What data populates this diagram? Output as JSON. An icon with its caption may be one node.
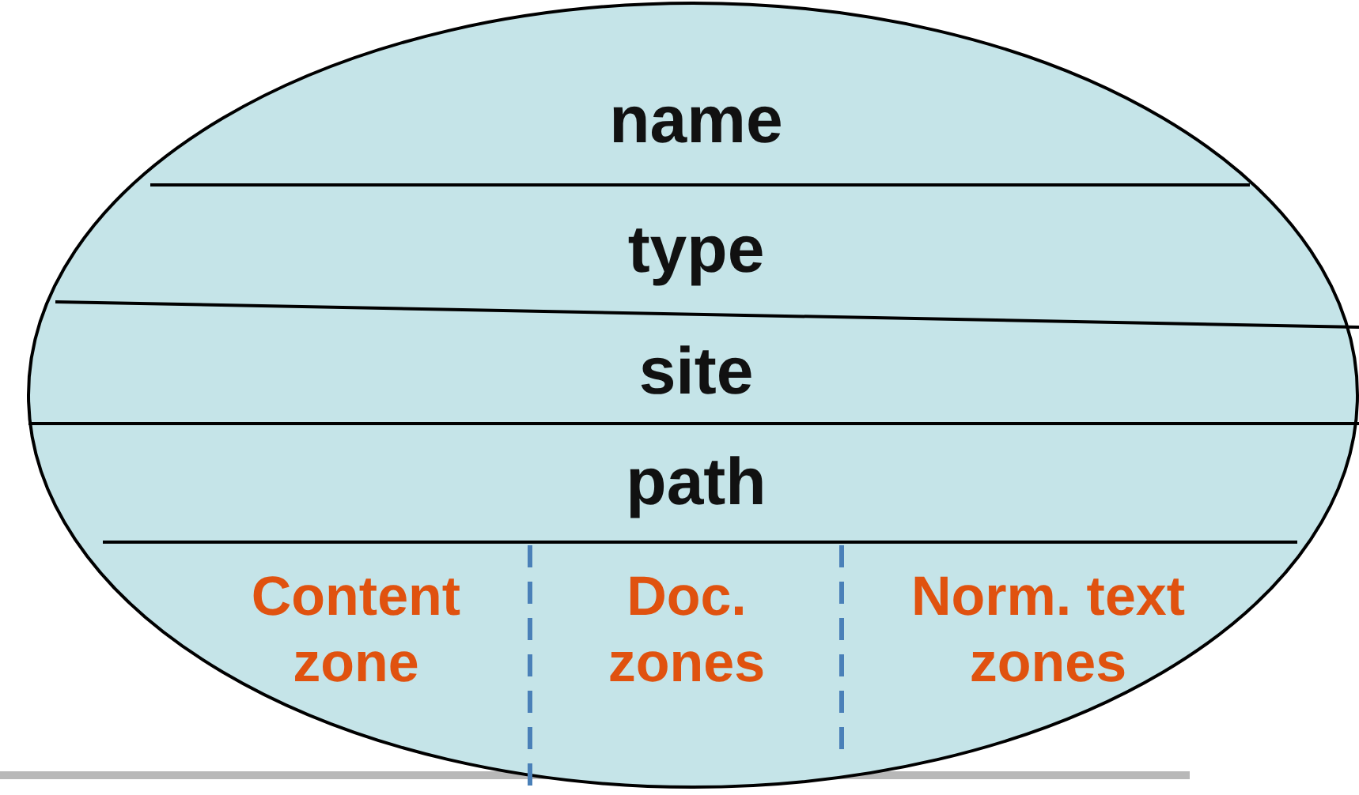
{
  "diagram": {
    "nodes": [
      {
        "text": [],
        "shape": "ellipse"
      },
      {
        "text": [
          "name"
        ],
        "in": 0
      },
      {
        "text": [
          "type"
        ],
        "in": 0
      },
      {
        "text": [
          "site"
        ],
        "in": 0
      },
      {
        "text": [
          "path"
        ],
        "in": 0
      },
      {
        "text": [
          "Content zone"
        ],
        "in": 0
      },
      {
        "text": [
          "Doc. zones"
        ],
        "in": 0
      },
      {
        "text": [
          "Norm. text zones"
        ],
        "in": 0
      }
    ]
  }
}
